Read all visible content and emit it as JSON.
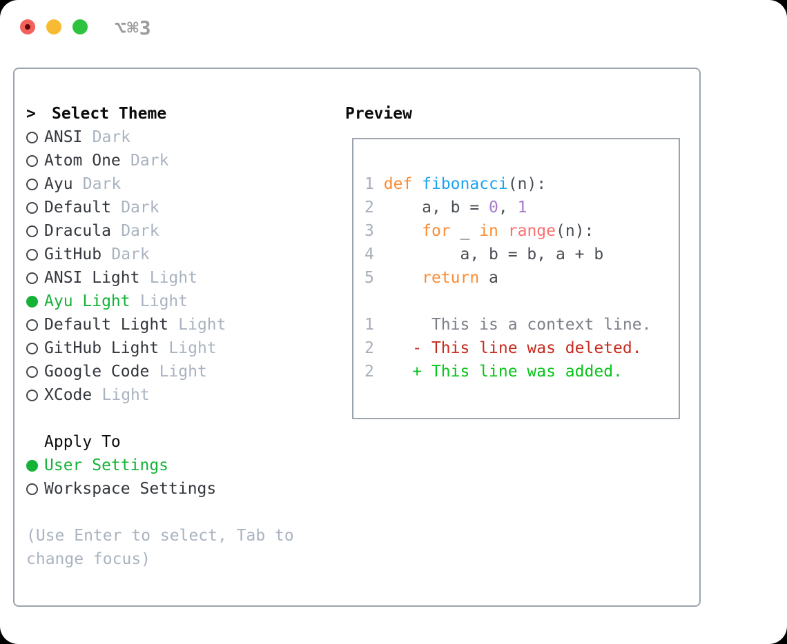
{
  "titlebar": {
    "shortcut": "⌥⌘3",
    "buttons": [
      "close",
      "minimize",
      "zoom"
    ]
  },
  "theme_selector": {
    "prompt": ">",
    "title": "Select Theme",
    "items": [
      {
        "name": "ANSI",
        "variant": "Dark",
        "selected": false
      },
      {
        "name": "Atom One",
        "variant": "Dark",
        "selected": false
      },
      {
        "name": "Ayu",
        "variant": "Dark",
        "selected": false
      },
      {
        "name": "Default",
        "variant": "Dark",
        "selected": false
      },
      {
        "name": "Dracula",
        "variant": "Dark",
        "selected": false
      },
      {
        "name": "GitHub",
        "variant": "Dark",
        "selected": false
      },
      {
        "name": "ANSI Light",
        "variant": "Light",
        "selected": false
      },
      {
        "name": "Ayu Light",
        "variant": "Light",
        "selected": true
      },
      {
        "name": "Default Light",
        "variant": "Light",
        "selected": false
      },
      {
        "name": "GitHub Light",
        "variant": "Light",
        "selected": false
      },
      {
        "name": "Google Code",
        "variant": "Light",
        "selected": false
      },
      {
        "name": "XCode",
        "variant": "Light",
        "selected": false
      }
    ]
  },
  "preview": {
    "title": "Preview",
    "code_lines": [
      {
        "number": "1",
        "segments": [
          {
            "text": " ",
            "style": "code"
          },
          {
            "text": "def",
            "style": "keyword"
          },
          {
            "text": " ",
            "style": "code"
          },
          {
            "text": "fibonacci",
            "style": "function"
          },
          {
            "text": "(n):",
            "style": "code"
          }
        ]
      },
      {
        "number": "2",
        "segments": [
          {
            "text": "     a, b = ",
            "style": "code"
          },
          {
            "text": "0",
            "style": "number"
          },
          {
            "text": ", ",
            "style": "code"
          },
          {
            "text": "1",
            "style": "number"
          }
        ]
      },
      {
        "number": "3",
        "segments": [
          {
            "text": "     ",
            "style": "code"
          },
          {
            "text": "for",
            "style": "keyword"
          },
          {
            "text": " _ ",
            "style": "code"
          },
          {
            "text": "in",
            "style": "keyword"
          },
          {
            "text": " ",
            "style": "code"
          },
          {
            "text": "range",
            "style": "special"
          },
          {
            "text": "(n):",
            "style": "code"
          }
        ]
      },
      {
        "number": "4",
        "segments": [
          {
            "text": "         a, b = b, a + b",
            "style": "code"
          }
        ]
      },
      {
        "number": "5",
        "segments": [
          {
            "text": "     ",
            "style": "code"
          },
          {
            "text": "return",
            "style": "keyword"
          },
          {
            "text": " a",
            "style": "code"
          }
        ]
      },
      {
        "number": "",
        "segments": []
      }
    ],
    "diff_lines": [
      {
        "number": "1",
        "text": "      This is a context line.",
        "type": "context"
      },
      {
        "number": "2",
        "text": "    - This line was deleted.",
        "type": "deleted"
      },
      {
        "number": "2",
        "text": "    + This line was added.",
        "type": "added"
      }
    ]
  },
  "apply_to": {
    "title": "Apply To",
    "options": [
      {
        "label": "User Settings",
        "selected": true
      },
      {
        "label": "Workspace Settings",
        "selected": false
      }
    ]
  },
  "help": {
    "text": "(Use Enter to select, Tab to change focus)"
  },
  "colors": {
    "panel_border": "#9aa3ae",
    "selected_green": "#14b236",
    "keyword_orange": "#f98c34",
    "function_blue": "#1aa3ef",
    "special_red": "#f87070",
    "number_purple": "#a37acc",
    "diff_deleted": "#c62b1d",
    "diff_added": "#06c41a",
    "muted_gray": "#a9b3c0",
    "traffic_red": "#f4615b",
    "traffic_yellow": "#f6bb32",
    "traffic_green": "#2ec33e"
  }
}
